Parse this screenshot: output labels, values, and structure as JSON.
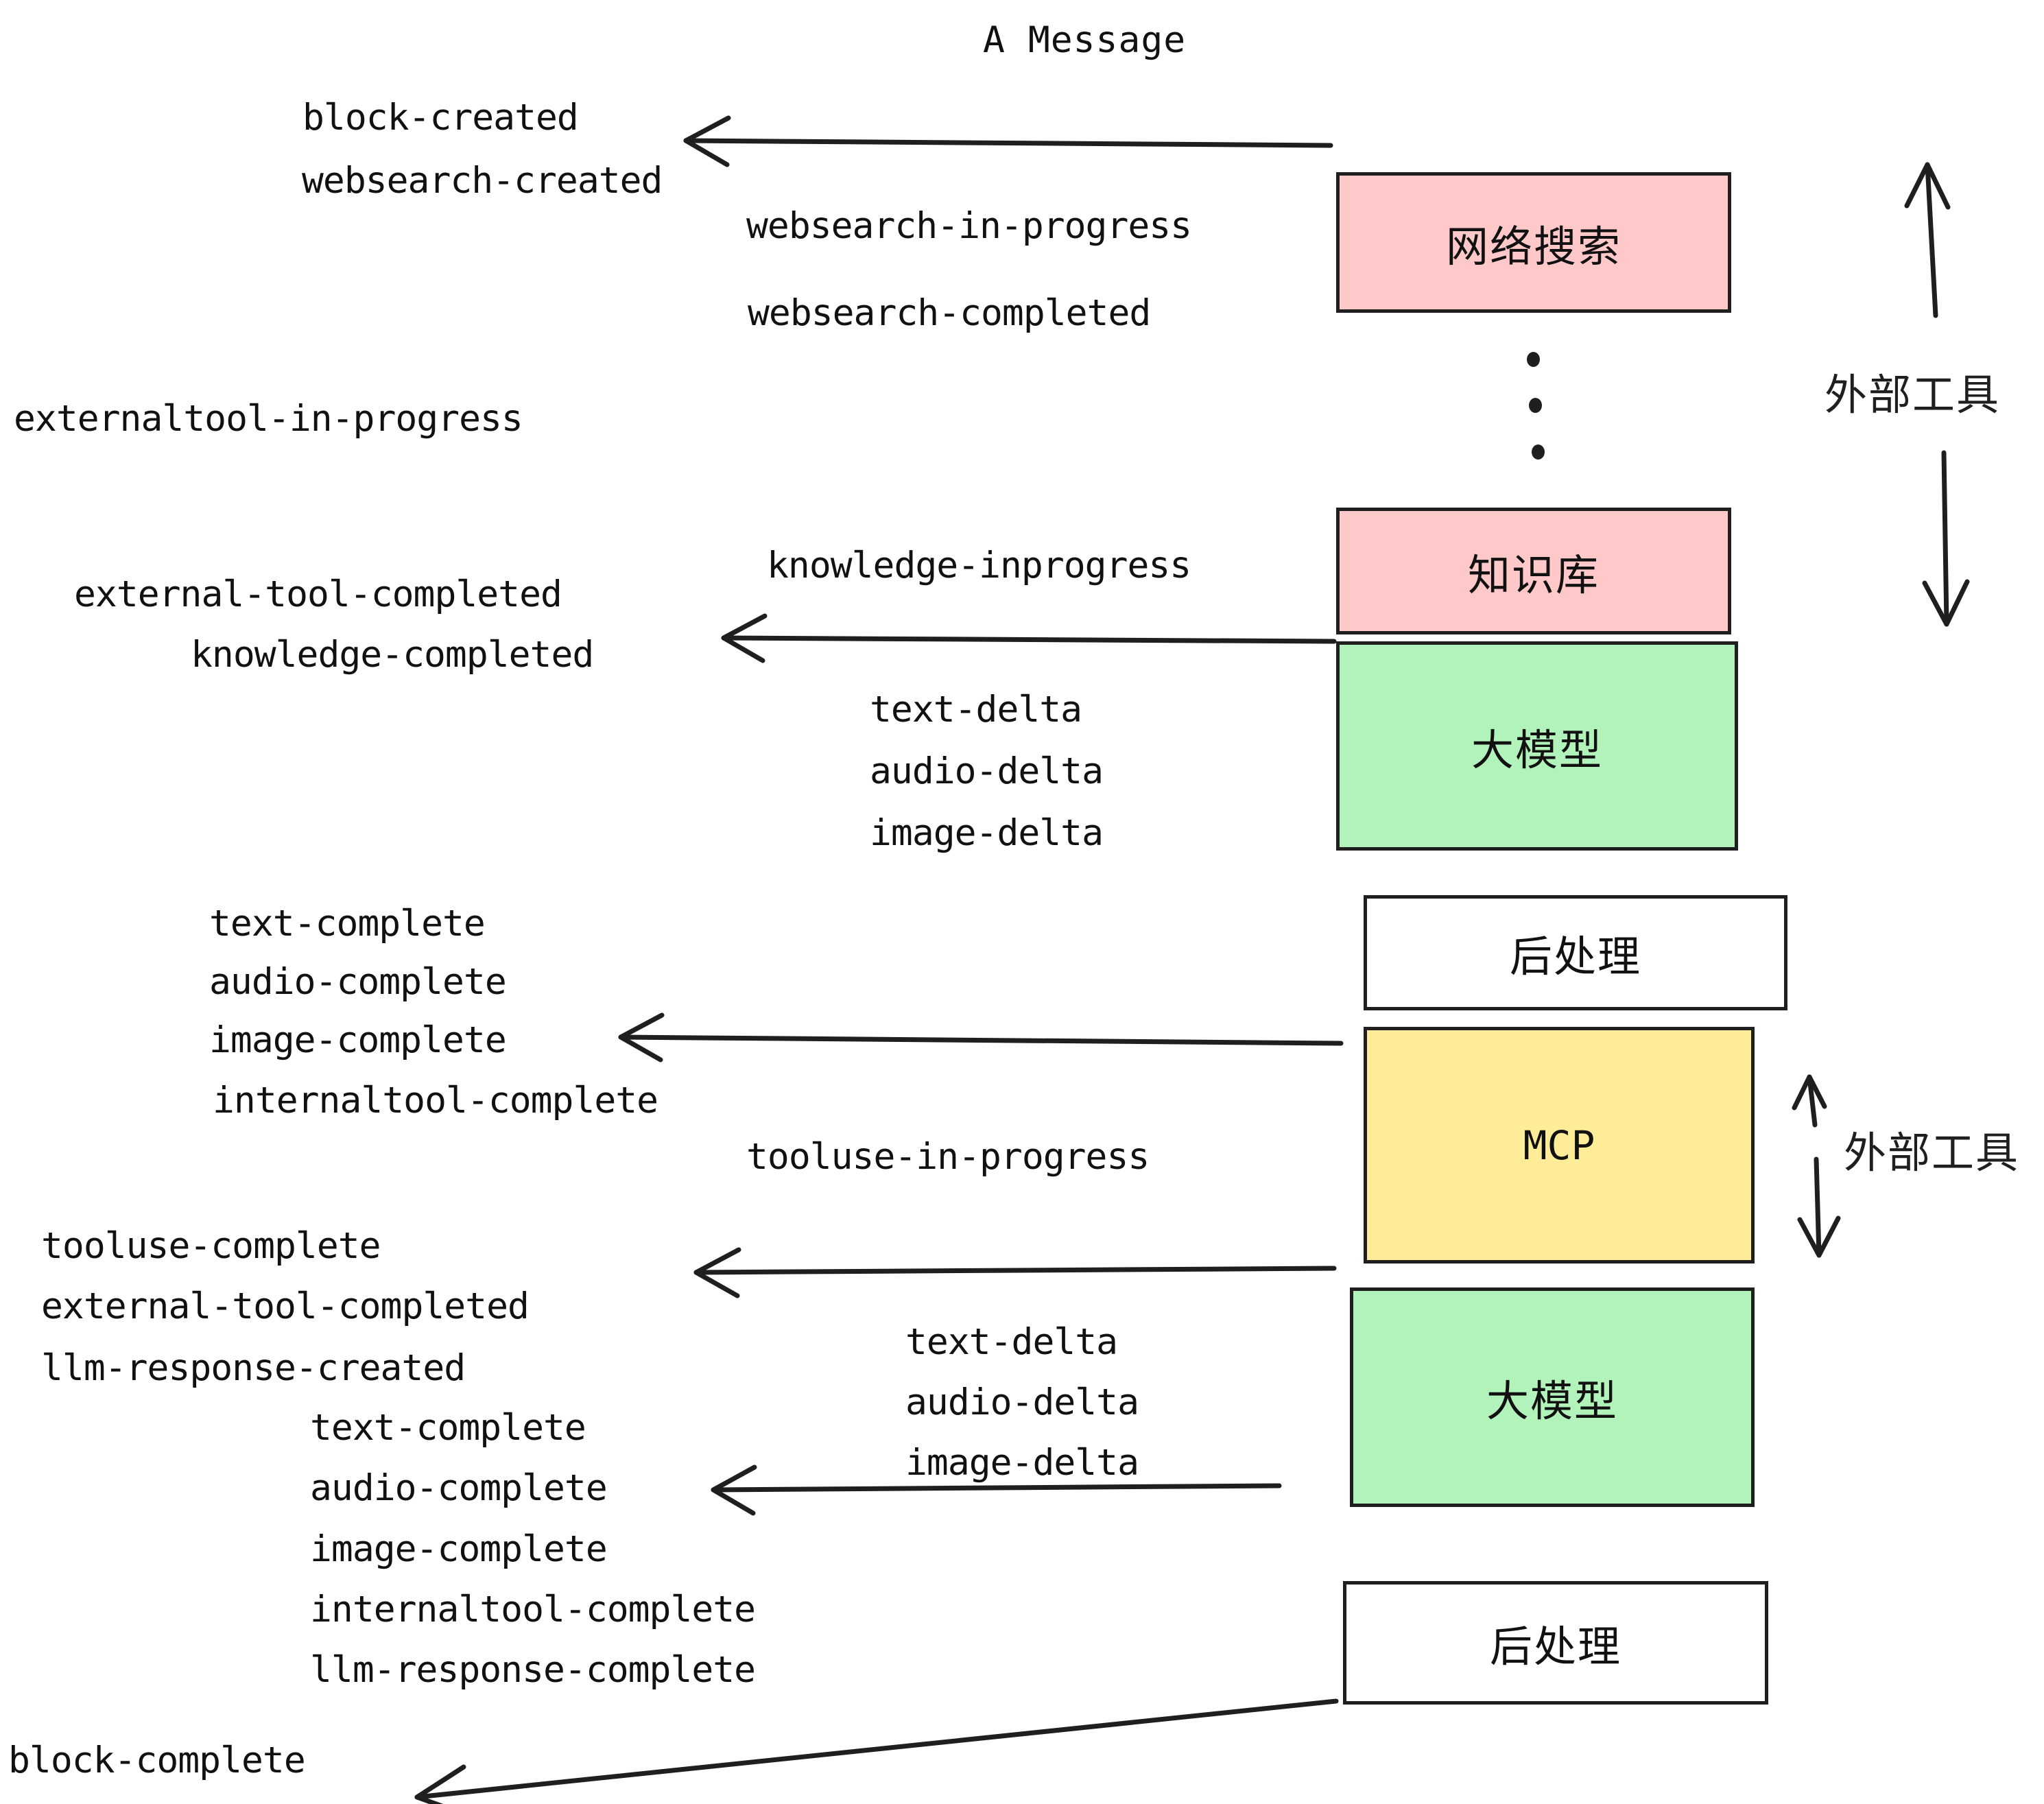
{
  "diagram": {
    "title": "A Message",
    "colors": {
      "pink": "#FFC9C9",
      "green": "#B2F2BB",
      "yellow": "#FFEC99",
      "white": "#FFFFFF",
      "stroke": "#1F1F1F"
    },
    "nodes": [
      {
        "id": "websearch",
        "label": "网络搜索",
        "fill": "#FFC9C9"
      },
      {
        "id": "knowledge",
        "label": "知识库",
        "fill": "#FFC9C9"
      },
      {
        "id": "llm-1",
        "label": "大模型",
        "fill": "#B2F2BB"
      },
      {
        "id": "postproc-1",
        "label": "后处理",
        "fill": "#FFFFFF"
      },
      {
        "id": "mcp",
        "label": "MCP",
        "fill": "#FFEC99"
      },
      {
        "id": "llm-2",
        "label": "大模型",
        "fill": "#B2F2BB"
      },
      {
        "id": "postproc-2",
        "label": "后处理",
        "fill": "#FFFFFF"
      }
    ],
    "side_labels": [
      {
        "id": "external-tools-top",
        "label": "外部工具"
      },
      {
        "id": "external-tools-bottom",
        "label": "外部工具"
      }
    ],
    "events": [
      {
        "id": "block-created",
        "text": "block-created"
      },
      {
        "id": "websearch-created",
        "text": "websearch-created"
      },
      {
        "id": "websearch-in-progress",
        "text": "websearch-in-progress"
      },
      {
        "id": "websearch-completed",
        "text": "websearch-completed"
      },
      {
        "id": "externaltool-in-progress",
        "text": "externaltool-in-progress"
      },
      {
        "id": "knowledge-inprogress",
        "text": "knowledge-inprogress"
      },
      {
        "id": "external-tool-completed-1",
        "text": "external-tool-completed"
      },
      {
        "id": "knowledge-completed",
        "text": "knowledge-completed"
      },
      {
        "id": "text-delta-1",
        "text": "text-delta"
      },
      {
        "id": "audio-delta-1",
        "text": "audio-delta"
      },
      {
        "id": "image-delta-1",
        "text": "image-delta"
      },
      {
        "id": "text-complete-1",
        "text": "text-complete"
      },
      {
        "id": "audio-complete-1",
        "text": "audio-complete"
      },
      {
        "id": "image-complete-1",
        "text": "image-complete"
      },
      {
        "id": "internaltool-complete-1",
        "text": "internaltool-complete"
      },
      {
        "id": "tooluse-in-progress",
        "text": "tooluse-in-progress"
      },
      {
        "id": "tooluse-complete",
        "text": "tooluse-complete"
      },
      {
        "id": "external-tool-completed-2",
        "text": "external-tool-completed"
      },
      {
        "id": "llm-response-created",
        "text": "llm-response-created"
      },
      {
        "id": "text-complete-2",
        "text": "text-complete"
      },
      {
        "id": "audio-complete-2",
        "text": "audio-complete"
      },
      {
        "id": "text-delta-2",
        "text": "text-delta"
      },
      {
        "id": "audio-delta-2",
        "text": "audio-delta"
      },
      {
        "id": "image-delta-2",
        "text": "image-delta"
      },
      {
        "id": "image-complete-2",
        "text": "image-complete"
      },
      {
        "id": "internaltool-complete-2",
        "text": "internaltool-complete"
      },
      {
        "id": "llm-response-complete",
        "text": "llm-response-complete"
      },
      {
        "id": "block-complete",
        "text": "block-complete"
      }
    ]
  }
}
